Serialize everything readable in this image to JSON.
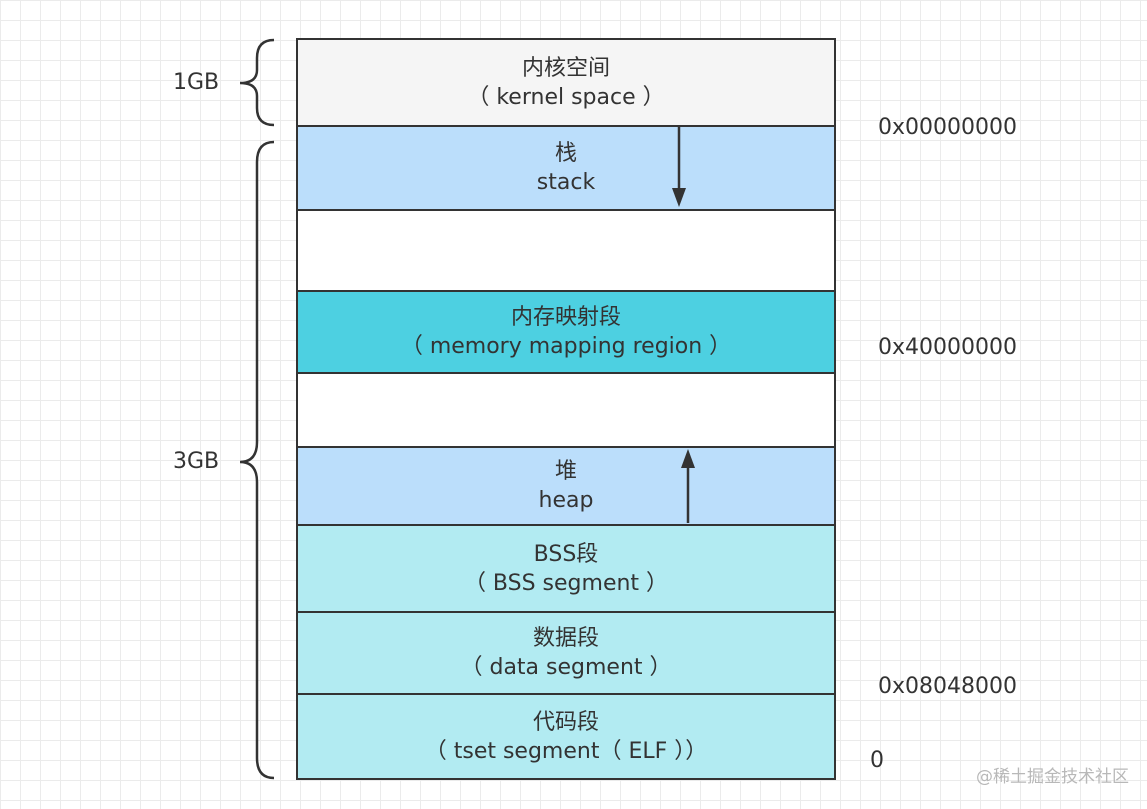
{
  "segments": {
    "kernel": {
      "name": "内核空间",
      "desc": "（ kernel space ）",
      "color": "#f5f5f5"
    },
    "stack": {
      "name": "栈",
      "desc": "stack",
      "color": "#bbdefb"
    },
    "gap1": {
      "color": "#ffffff"
    },
    "mmap": {
      "name": "内存映射段",
      "desc": "（ memory mapping region ）",
      "color": "#4dd0e1"
    },
    "gap2": {
      "color": "#ffffff"
    },
    "heap": {
      "name": "堆",
      "desc": "heap",
      "color": "#bbdefb"
    },
    "bss": {
      "name": "BSS段",
      "desc": "（ BSS segment ）",
      "color": "#b2ebf2"
    },
    "data": {
      "name": "数据段",
      "desc": "（ data segment  ）",
      "color": "#b2ebf2"
    },
    "text": {
      "name": "代码段",
      "desc": "（ tset segment（ ELF ））",
      "color": "#b2ebf2"
    }
  },
  "addresses": {
    "top": "0x00000000",
    "mmap": "0x40000000",
    "text": "0x08048000",
    "zero": "0"
  },
  "sizes": {
    "kernel": "1GB",
    "user": "3GB"
  },
  "watermark": "@稀土掘金技术社区"
}
